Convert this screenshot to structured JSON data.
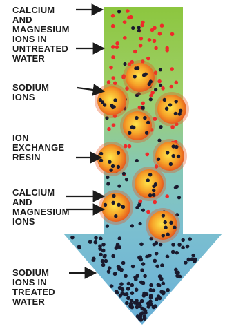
{
  "labels": {
    "untreated": [
      "CALCIUM",
      "AND",
      "MAGNESIUM",
      "IONS IN",
      "UNTREATED",
      "WATER"
    ],
    "sodium": [
      "SODIUM",
      "IONS"
    ],
    "resin": [
      "ION",
      "EXCHANGE",
      "RESIN"
    ],
    "calmag": [
      "CALCIUM",
      "AND",
      "MAGNESIUM",
      "IONS"
    ],
    "treated": [
      "SODIUM",
      "IONS IN",
      "TREATED",
      "WATER"
    ]
  },
  "colors": {
    "top": "#8cc63f",
    "middle": "#7fc6c0",
    "bottom": "#6ab0d8",
    "calcium_magnesium_ion": "#ee2a2a",
    "sodium_ion": "#1a1a2e",
    "resin_bead_center": "#ffe44a",
    "resin_bead_edge": "#e8541e"
  }
}
